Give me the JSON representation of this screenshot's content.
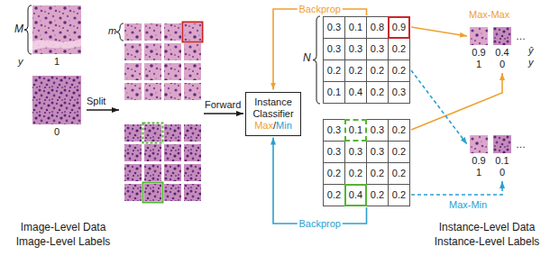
{
  "diagram": {
    "nodes": [
      {
        "text": [
          "Instance Classifier",
          "Max",
          "/",
          "Min"
        ]
      },
      {
        "text": [
          "0.3",
          "0.1",
          "0.8",
          "0.9",
          "0.3",
          "0.3",
          "0.3",
          "0.2",
          "0.2",
          "0.2",
          "0.2",
          "0.2",
          "0.1",
          "0.4",
          "0.2",
          "0.3"
        ]
      },
      {
        "text": [
          "0.3",
          "0.1",
          "0.3",
          "0.2",
          "0.3",
          "0.3",
          "0.3",
          "0.2",
          "0.2",
          "0.2",
          "0.2",
          "0.2",
          "0.2",
          "0.4",
          "0.2",
          "0.2"
        ]
      },
      {
        "text": [
          "0.9",
          "1"
        ]
      },
      {
        "text": [
          "0.4",
          "0"
        ]
      },
      {
        "text": [
          "0.9",
          "1"
        ]
      },
      {
        "text": [
          "0.1",
          "0"
        ]
      }
    ],
    "edges": [
      {
        "from": 1,
        "to": 3,
        "arrow": "to"
      },
      {
        "from": 2,
        "to": 4,
        "arrow": "to"
      },
      {
        "from": 1,
        "to": 5,
        "arrow": "to"
      },
      {
        "from": 2,
        "to": 6,
        "arrow": "to"
      },
      {
        "from": 1,
        "to": 0,
        "label": "Backprop",
        "arrow": "to"
      },
      {
        "from": 2,
        "to": 0,
        "label": "Backprop",
        "arrow": "to"
      }
    ],
    "labels": [
      "M",
      "y",
      "1",
      "0",
      "Split",
      "m",
      "Forward",
      "N",
      "Max-Max",
      "Max-Min",
      "…",
      "ŷ",
      "y",
      "…",
      "Image-Level Data",
      "Image-Level Labels",
      "Instance-Level Data",
      "Instance-Level Labels"
    ]
  }
}
